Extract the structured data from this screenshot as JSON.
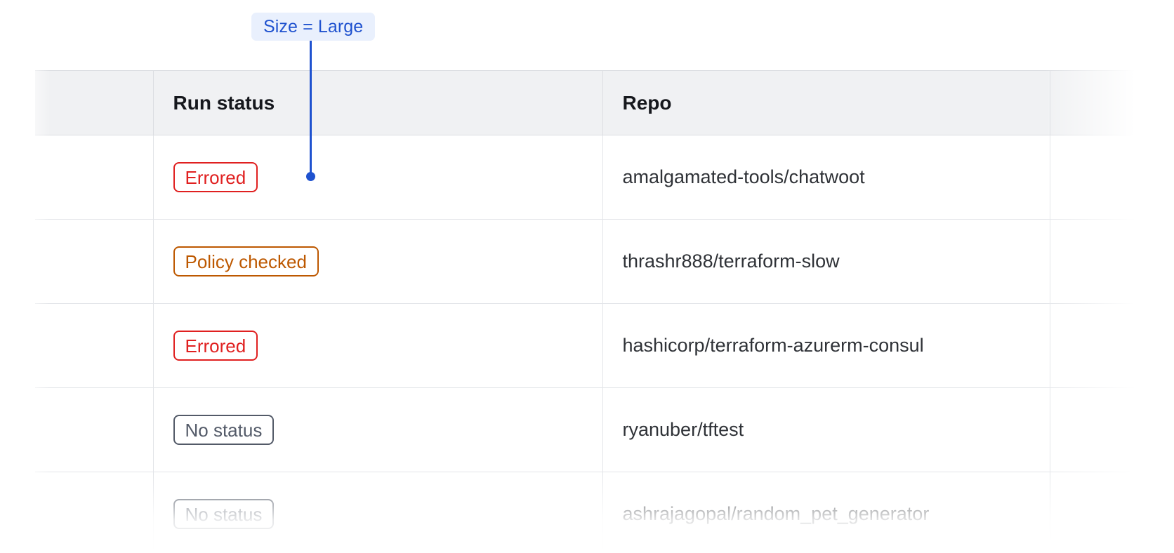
{
  "annotation": {
    "label": "Size = Large",
    "accent_color": "#1f52cf",
    "badge_background": "#e9f0fd"
  },
  "table": {
    "columns": [
      {
        "key": "spacer",
        "label": ""
      },
      {
        "key": "run_status",
        "label": "Run status"
      },
      {
        "key": "repo",
        "label": "Repo"
      },
      {
        "key": "extra",
        "label": ""
      }
    ],
    "rows": [
      {
        "status": "Errored",
        "status_variant": "errored",
        "repo": "amalgamated-tools/chatwoot"
      },
      {
        "status": "Policy checked",
        "status_variant": "policy-checked",
        "repo": "thrashr888/terraform-slow"
      },
      {
        "status": "Errored",
        "status_variant": "errored",
        "repo": "hashicorp/terraform-azurerm-consul"
      },
      {
        "status": "No status",
        "status_variant": "no-status",
        "repo": "ryanuber/tftest"
      },
      {
        "status": "No status",
        "status_variant": "no-status",
        "repo": "ashrajagopal/random_pet_generator"
      }
    ],
    "status_colors": {
      "errored": "#e02020",
      "policy_checked": "#bd5800",
      "no_status": "#535a68"
    },
    "header_background": "#f0f1f3",
    "border_color": "#dcdee2"
  }
}
